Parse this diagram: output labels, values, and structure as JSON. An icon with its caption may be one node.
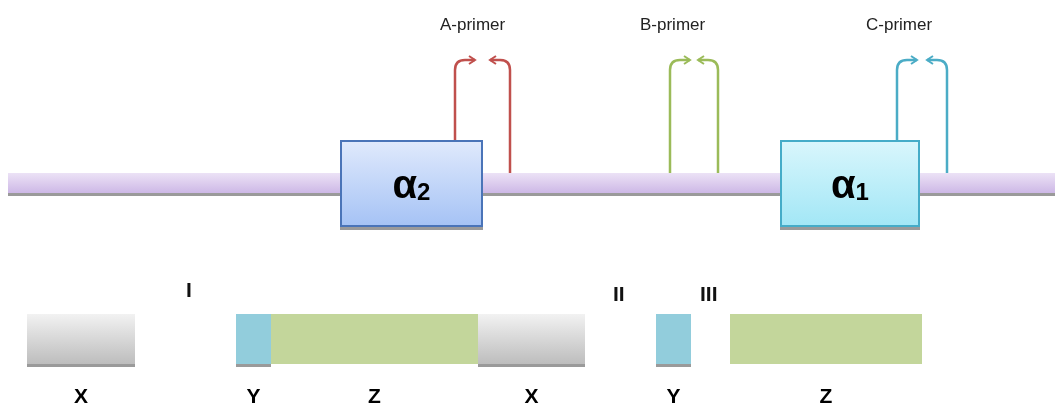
{
  "diagram": {
    "nodes": [
      {
        "text": [
          "α$_{2}$"
        ]
      },
      {
        "text": [
          "α$_{1}$"
        ]
      },
      {
        "text": [
          "X"
        ]
      },
      {
        "text": [
          "Y"
        ]
      },
      {
        "text": [
          "Z"
        ]
      },
      {
        "text": [
          "X"
        ]
      },
      {
        "text": [
          "Y"
        ]
      },
      {
        "text": [
          "Z"
        ]
      }
    ],
    "labels": [
      "A-primer",
      "B-primer",
      "C-primer",
      "I",
      "II",
      "III"
    ]
  }
}
